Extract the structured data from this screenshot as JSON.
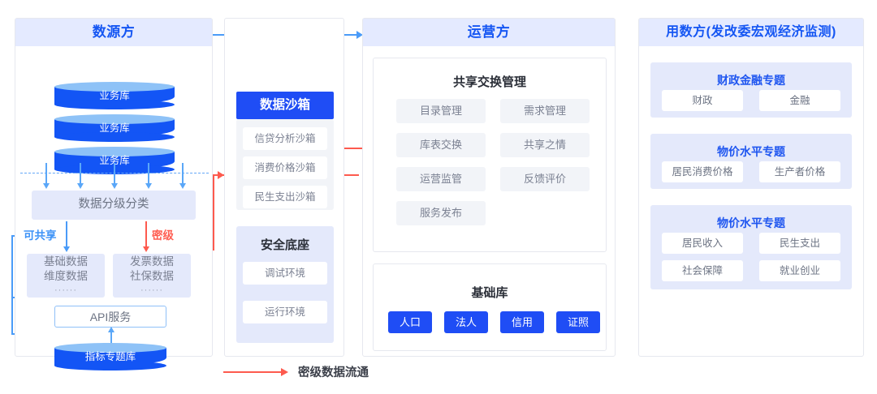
{
  "source": {
    "title": "数源方",
    "databases": [
      {
        "label": "业务库"
      },
      {
        "label": "业务库"
      },
      {
        "label": "业务库"
      }
    ],
    "classify_box": "数据分级分类",
    "share_label": "可共享",
    "secret_label": "密级",
    "shareable_box": {
      "line1": "基础数据",
      "line2": "维度数据",
      "dots": "······"
    },
    "secret_box": {
      "line1": "发票数据",
      "line2": "社保数据",
      "dots": "······"
    },
    "api_service": "API服务",
    "indicator_db": "指标专题库"
  },
  "sandbox": {
    "title": "数据沙箱",
    "items": [
      "信贷分析沙箱",
      "消费价格沙箱",
      "民生支出沙箱"
    ],
    "security": {
      "title": "安全底座",
      "items": [
        "调试环境",
        "运行环境"
      ]
    }
  },
  "operator": {
    "title": "运营方",
    "exchange": {
      "title": "共享交换管理",
      "left_items": [
        "目录管理",
        "库表交换",
        "运营监管",
        "服务发布"
      ],
      "right_items": [
        "需求管理",
        "共享之情",
        "反馈评价"
      ]
    },
    "base_library": {
      "title": "基础库",
      "tags": [
        "人口",
        "法人",
        "信用",
        "证照"
      ]
    }
  },
  "consumer": {
    "title": "用数方(发改委宏观经济监测)",
    "topics": [
      {
        "title": "财政金融专题",
        "items": [
          "财政",
          "金融"
        ]
      },
      {
        "title": "物价水平专题",
        "items": [
          "居民消费价格",
          "生产者价格"
        ]
      },
      {
        "title": "物价水平专题",
        "items": [
          "居民收入",
          "民生支出",
          "社会保障",
          "就业创业"
        ]
      }
    ]
  },
  "legend": {
    "label": "密级数据流通"
  },
  "colors": {
    "brand_blue": "#1f4df5",
    "light_blue": "#e4eaff",
    "db_blue": "#1355f5",
    "db_top": "#8ec2f7",
    "red_flow": "#fd5a4e",
    "blue_flow": "#4a9bf8",
    "chip_grey": "#f2f4f8"
  }
}
